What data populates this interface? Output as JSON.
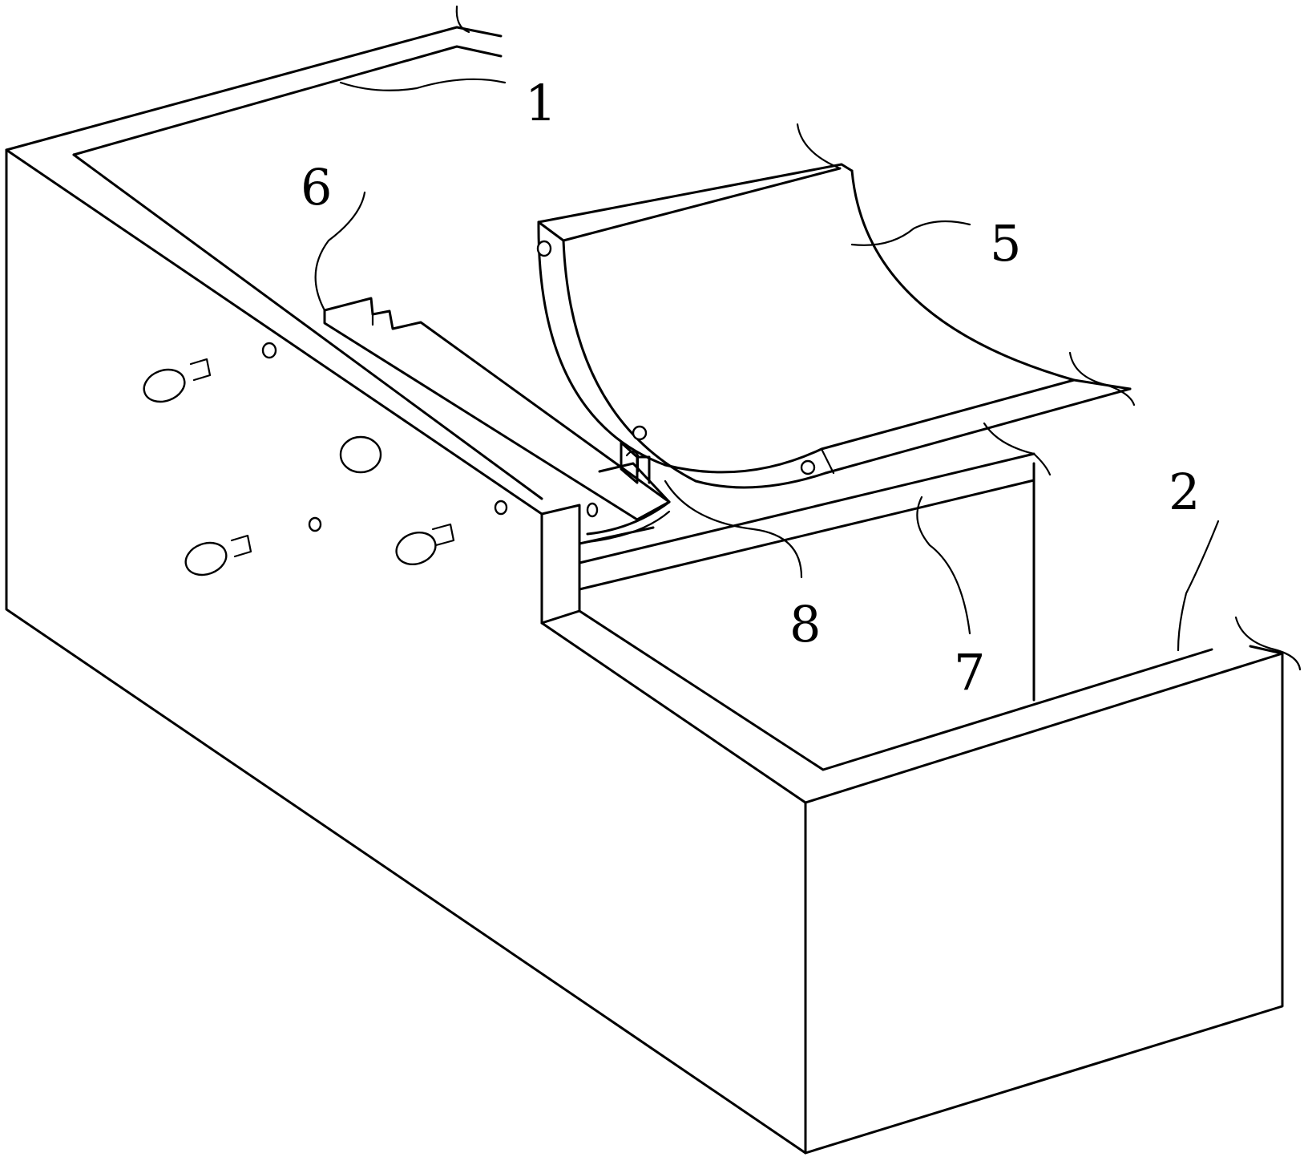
{
  "figure": {
    "callouts": [
      {
        "id": "1",
        "text": "1"
      },
      {
        "id": "2",
        "text": "2"
      },
      {
        "id": "5",
        "text": "5"
      },
      {
        "id": "6",
        "text": "6"
      },
      {
        "id": "7",
        "text": "7"
      },
      {
        "id": "8",
        "text": "8"
      }
    ],
    "colors": {
      "line": "#000000",
      "background": "#ffffff"
    }
  }
}
